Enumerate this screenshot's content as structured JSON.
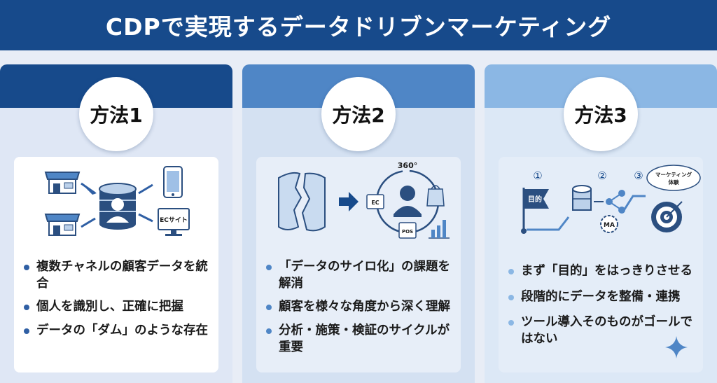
{
  "title": "CDPで実現するデータドリブンマーケティング",
  "colors": {
    "navy": "#174a8b",
    "mid_blue": "#4f86c6",
    "light_blue": "#8bb7e4",
    "bg": "#e8edf6"
  },
  "methods": [
    {
      "label": "方法1",
      "icons": [
        "store-icon",
        "store-icon",
        "smartphone-icon",
        "ec-monitor-icon",
        "customer-database-icon"
      ],
      "ec_label": "ECサイト",
      "points": [
        "複数チャネルの顧客データを統合",
        "個人を識別し、正確に把握",
        "データの「ダム」のような存在"
      ]
    },
    {
      "label": "方法2",
      "icons": [
        "broken-silo-icon",
        "arrow-right-icon",
        "customer-360-icon",
        "shopping-bag-icon",
        "bar-chart-icon"
      ],
      "view_label": "360°",
      "ec_label": "EC",
      "pos_label": "POS",
      "points": [
        "「データのサイロ化」の課題を解消",
        "顧客を様々な角度から深く理解",
        "分析・施策・検証のサイクルが重要"
      ]
    },
    {
      "label": "方法3",
      "icons": [
        "goal-flag-icon",
        "database-icon",
        "share-icon",
        "gear-icon",
        "target-icon",
        "speech-bubble-icon",
        "sparkle-icon"
      ],
      "steps": [
        "①",
        "②",
        "③"
      ],
      "flag_label": "目的",
      "ma_label": "MA",
      "bubble_label_1": "マーケティング",
      "bubble_label_2": "体験",
      "points": [
        "まず「目的」をはっきりさせる",
        "段階的にデータを整備・連携",
        "ツール導入そのものがゴールではない"
      ]
    }
  ]
}
